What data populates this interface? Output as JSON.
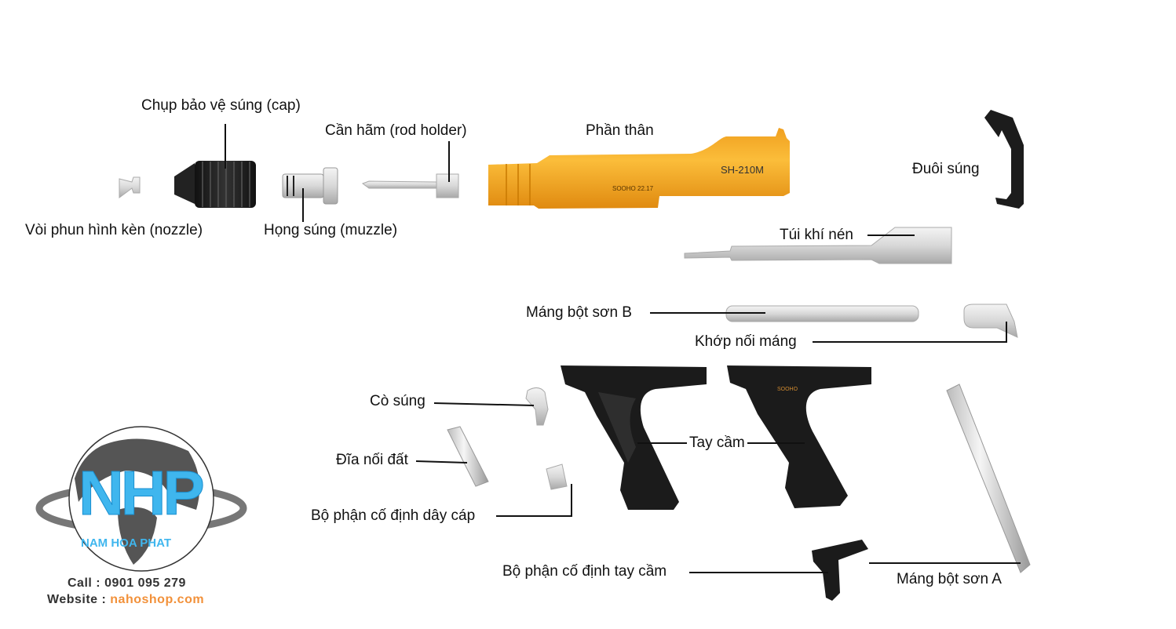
{
  "labels": {
    "cap": "Chụp bảo vệ súng (cap)",
    "nozzle": "Vòi phun hình kèn (nozzle)",
    "rod_holder": "Cần hãm (rod holder)",
    "muzzle": "Họng súng (muzzle)",
    "body": "Phần thân",
    "tail": "Đuôi súng",
    "air_bag": "Túi khí nén",
    "tube_b": "Máng bột sơn B",
    "tube_joint": "Khớp nối máng",
    "trigger": "Cò súng",
    "handle": "Tay cầm",
    "ground_disc": "Đĩa nối đất",
    "cable_holder": "Bộ phận cố định dây cáp",
    "handle_holder": "Bộ phận cố định tay cầm",
    "tube_a": "Máng bột sơn A"
  },
  "part_markings": {
    "body_model": "SH-210M",
    "body_brand": "SOOHO 22.17",
    "handle_brand": "SOOHO"
  },
  "logo": {
    "letters": "NHP",
    "name": "NAM HOA PHAT",
    "call_label": "Call : ",
    "phone": "0901 095 279",
    "website_label": "Website : ",
    "website": "nahoshop.com"
  },
  "colors": {
    "body": "#f5a623",
    "logo_blue": "#3fb6ee",
    "accent": "#f2913a"
  }
}
